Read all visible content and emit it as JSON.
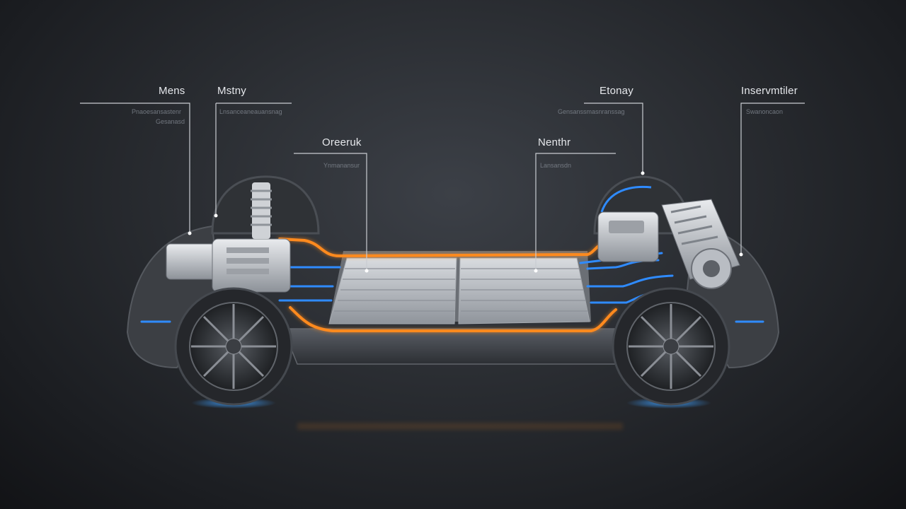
{
  "callouts": [
    {
      "key": "left_outer",
      "title": "Mens",
      "lines": [
        "Pnaoesansastenr",
        "Gesanasd"
      ]
    },
    {
      "key": "left_inner",
      "title": "Mstny",
      "lines": [
        "Lnsanceaneauansnag"
      ]
    },
    {
      "key": "center_left",
      "title": "Oreeruk",
      "lines": [
        "Ynmanansur"
      ]
    },
    {
      "key": "center_right",
      "title": "Nenthr",
      "lines": [
        "Lansansdn"
      ]
    },
    {
      "key": "right_inner",
      "title": "Etonay",
      "lines": [
        "Gensanssmasnranssag"
      ]
    },
    {
      "key": "right_outer",
      "title": "Inservmtiler",
      "lines": [
        "Swanoncaon"
      ]
    }
  ],
  "colors": {
    "background": "#2a2d32",
    "line_orange": "#ff8a1e",
    "line_blue": "#2f8bff",
    "battery": "#b9bdc3",
    "tire": "#2a2c30",
    "callout_line": "#c9ccd1"
  }
}
